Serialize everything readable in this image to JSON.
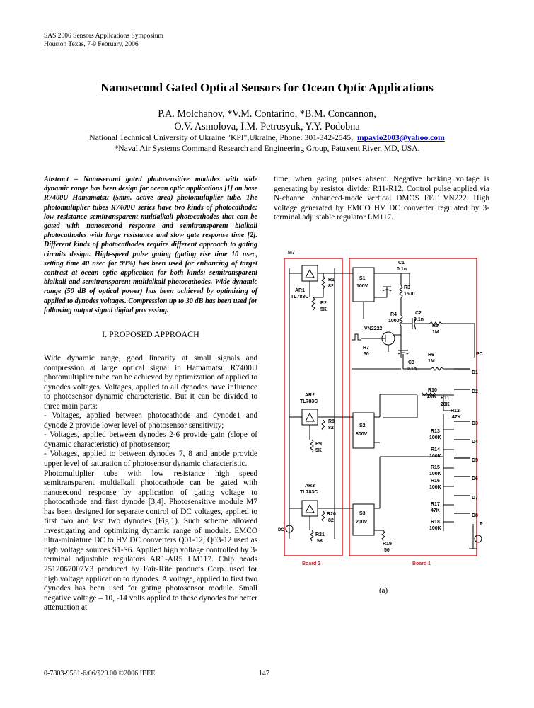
{
  "header": {
    "conference_line1": "SAS 2006 Sensors Applications Symposium",
    "conference_line2": "Houston Texas, 7-9 February, 2006"
  },
  "title": "Nanosecond Gated Optical Sensors for Ocean Optic Applications",
  "authors_line1": "P.A. Molchanov, *V.M. Contarino, *B.M. Concannon,",
  "authors_line2": "O.V. Asmolova, I.M. Petrosyuk, Y.Y. Podobna",
  "affiliation_line1": "National Technical University of Ukraine \"KPI\",Ukraine, Phone: 301-342-2545,",
  "affiliation_email": "mpavlo2003@yahoo.com",
  "affiliation_line2": "*Naval Air Systems Command Research and Engineering Group, Patuxent River, MD, USA.",
  "abstract": "Abstract – Nanosecond gated photosensitive modules with wide dynamic range has been design for ocean optic applications [1] on base R7400U Hamamatsu (5mm. active area) photomultiplier tube. The photomultiplier tubes R7400U series have two kinds of photocathode: low resistance semitransparent multialkali photocathodes that can be gated with nanosecond response and semitransparent bialkali photocathodes with large resistance and slow gate response time [2]. Different kinds of photocathodes require different approach to gating circuits design. High-speed pulse gating (gating rise time 10 nsec, setting time 40 nsec for 99%) has been used for enhancing of target contrast at ocean optic application for both kinds: semitransparent bialkali and semitransparent multialkali photocathodes. Wide dynamic range (50 dB of optical power) has been achieved by optimizing of applied to dynodes voltages. Compression up to 30 dB has been used for following output signal digital processing.",
  "section_heading": "I.  PROPOSED APPROACH",
  "body_left": [
    "Wide dynamic range, good linearity at small signals and compression at large optical signal in Hamamatsu R7400U photomultiplier tube can be achieved by optimization of applied to dynodes voltages. Voltages, applied to all dynodes have influence to photosensor dynamic characteristic.  But it can be divided to three main parts:",
    "- Voltages, applied between photocathode and dynode1 and dynode 2 provide lower level of photosensor sensitivity;",
    "- Voltages, applied between dynodes 2-6 provide gain (slope of dynamic characteristic) of photosensor;",
    "- Voltages, applied to between dynodes 7, 8 and anode provide upper level of saturation of photosensor dynamic characteristic.",
    "Photomultiplier tube with low resistance high speed semitransparent multialkali photocathode can be gated with nanosecond response by application of gating voltage to photocathode and first dynode [3,4]. Photosensitive module M7 has been designed for separate control of DC voltages, applied to first two and last two dynodes (Fig.1). Such scheme allowed investigating and optimizing dynamic range of module. EMCO ultra-miniature DC to HV DC converters Q01-12, Q03-12 used as high voltage sources S1-S6. Applied high voltage controlled by 3-terminal adjustable regulators AR1-AR5 LM117. Chip beads 2512067007Y3 produced by Fair-Rite products Corp. used for high voltage application to dynodes. A voltage, applied to first two dynodes has been used for gating photosensor module. Small negative voltage – 10, -14 volts applied to these dynodes for better attenuation at"
  ],
  "body_right": "time, when gating pulses absent. Negative braking voltage is generating by resistor divider R11-R12. Control pulse applied via N-channel enhanced-mode vertical DMOS FET VN222. High voltage generated by EMCO HV DC converter regulated by 3-terminal adjustable regulator LM117.",
  "figure": {
    "module_label": "M7",
    "board2_label": "Board 2",
    "board1_label": "Board 1",
    "caption": "(a)",
    "regulators": [
      {
        "name": "AR1",
        "part": "TL783C"
      },
      {
        "name": "AR2",
        "part": "TL783C"
      },
      {
        "name": "AR3",
        "part": "TL783C"
      }
    ],
    "sources": [
      {
        "name": "S1",
        "value": "100V"
      },
      {
        "name": "S2",
        "value": "800V"
      },
      {
        "name": "S3",
        "value": "200V"
      }
    ],
    "components": {
      "C1": "0.1n",
      "R1": "82",
      "R2": "5K",
      "R3": "1500",
      "R4": "1000",
      "C2": "0.1n",
      "R5": "1M",
      "R6": "1M",
      "C3": "0.1n",
      "R7": "50",
      "R8": "82",
      "R9": "5K",
      "R10": "20K",
      "R11": "20K",
      "R12": "47K",
      "R13": "100K",
      "R14": "100K",
      "R15": "100K",
      "R16": "100K",
      "R17": "47K",
      "R18": "100K",
      "R19": "50",
      "R20": "82",
      "R21": "5K"
    },
    "transistor": "VN2222",
    "dynodes": [
      "PC",
      "D1",
      "D2",
      "D3",
      "D4",
      "D5",
      "D6",
      "D7",
      "D8",
      "P"
    ],
    "dc_label": "DC"
  },
  "footer": {
    "copyright": "0-7803-9581-6/06/$20.00 ©2006 IEEE",
    "page_number": "147"
  }
}
